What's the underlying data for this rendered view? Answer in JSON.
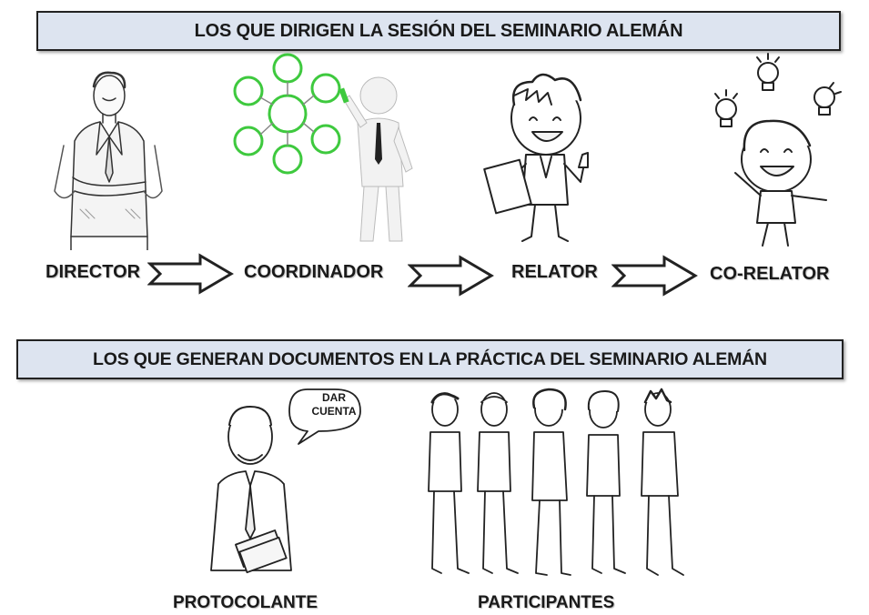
{
  "top_section": {
    "title": "LOS QUE DIRIGEN  LA SESIÓN DEL SEMINARIO ALEMÁN",
    "roles": [
      {
        "label": "DIRECTOR",
        "icon": "businessman-illustration"
      },
      {
        "label": "COORDINADOR",
        "icon": "3d-figure-mindmap-illustration"
      },
      {
        "label": "RELATOR",
        "icon": "cartoon-boy-thumbs-up-illustration"
      },
      {
        "label": "CO-RELATOR",
        "icon": "cartoon-boy-lightbulbs-illustration"
      }
    ]
  },
  "bottom_section": {
    "title": "LOS QUE GENERAN DOCUMENTOS EN LA PRÁCTICA DEL SEMINARIO ALEMÁN",
    "protocolante": {
      "label": "PROTOCOLANTE",
      "speech_line1": "DAR",
      "speech_line2": "CUENTA",
      "icon": "man-with-books-illustration"
    },
    "participantes": {
      "label": "PARTICIPANTES",
      "icon": "group-of-people-illustration"
    }
  },
  "colors": {
    "banner_bg": "#dde4f0",
    "mindmap_green": "#3ec93e"
  }
}
